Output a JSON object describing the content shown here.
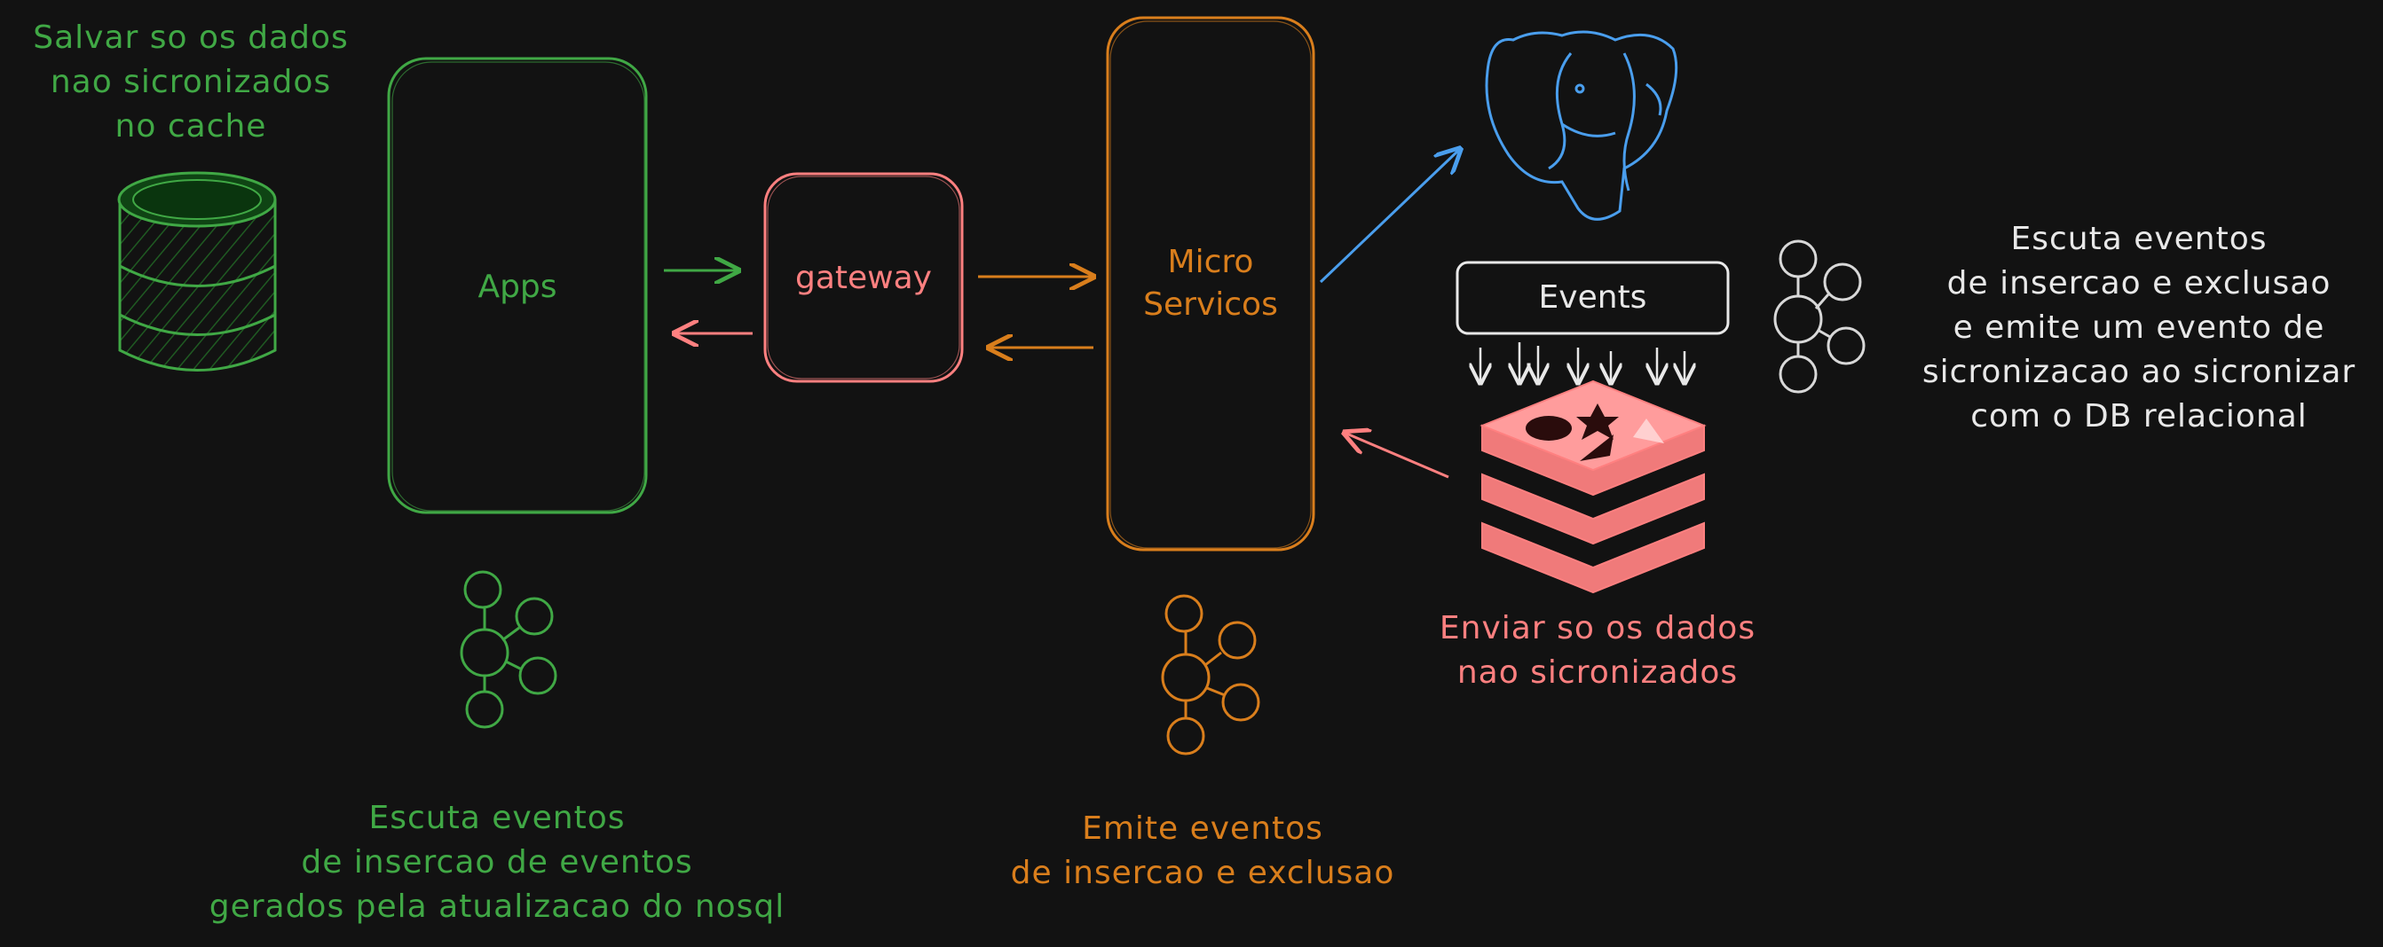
{
  "colors": {
    "background": "#121212",
    "green": "#40a845",
    "pink": "#ff8080",
    "orange": "#d97e1c",
    "blue": "#4a9eed",
    "white": "#e8e8e8",
    "gray": "#d8d8d8"
  },
  "labels": {
    "cache_note": "Salvar so os dados\nnao sicronizados\nno cache",
    "apps": "Apps",
    "gateway": "gateway",
    "micro_services": "Micro\nServicos",
    "events": "Events",
    "sync_note": "Escuta eventos\nde insercao e exclusao\ne emite um evento de\nsicronizacao ao sicronizar\ncom o DB relacional",
    "redis_note": "Enviar so os dados\nnao sicronizados",
    "apps_events_note": "Escuta eventos\nde insercao de eventos\ngerados pela atualizacao do nosql",
    "micro_events_note": "Emite eventos\nde insercao e exclusao"
  },
  "icons": {
    "cache": "database-cylinder-icon",
    "postgres": "postgresql-elephant-icon",
    "redis": "redis-stack-icon",
    "kafka": "kafka-cluster-icon"
  }
}
